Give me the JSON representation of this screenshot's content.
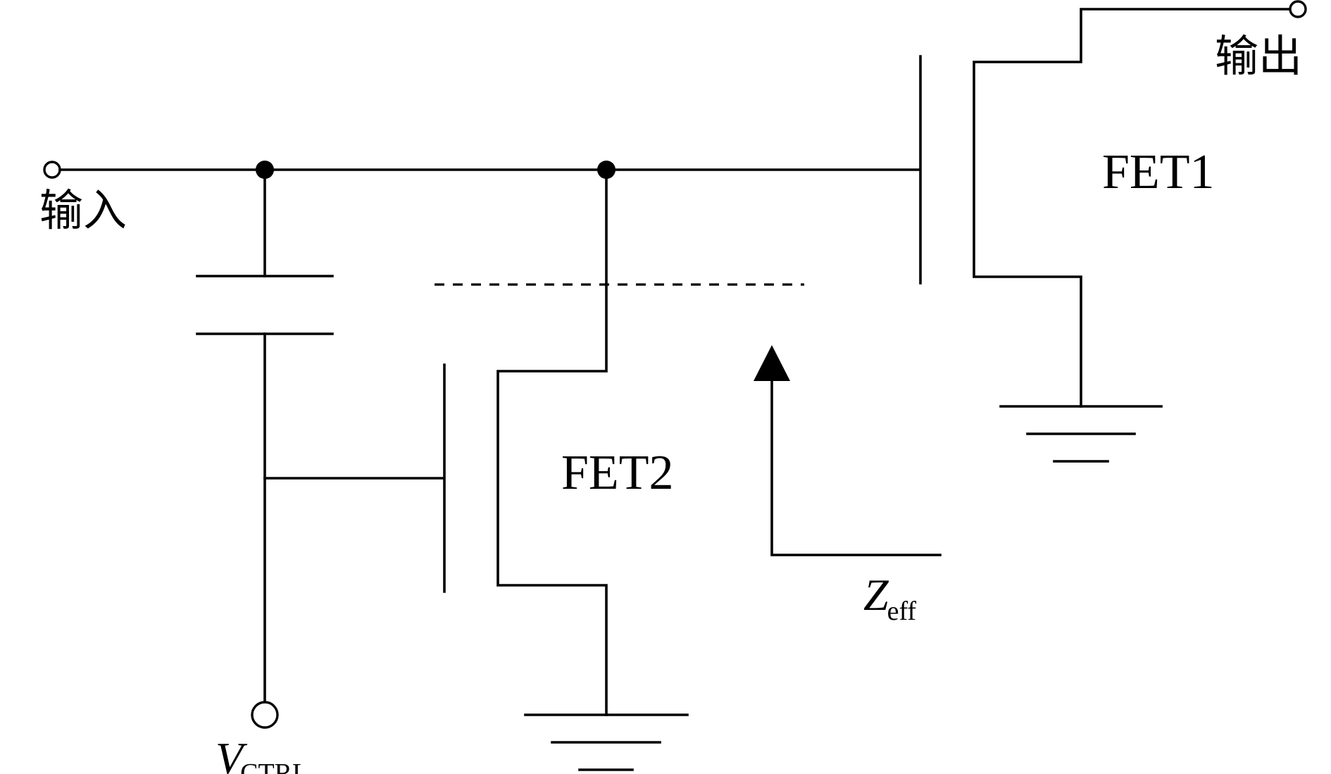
{
  "labels": {
    "input": "输入",
    "output": "输出",
    "fet1": "FET1",
    "fet2": "FET2",
    "vctrl_main": "V",
    "vctrl_sub": "CTRL",
    "zeff_main": "Z",
    "zeff_sub": "eff"
  },
  "colors": {
    "line": "#000000",
    "background": "#ffffff"
  }
}
